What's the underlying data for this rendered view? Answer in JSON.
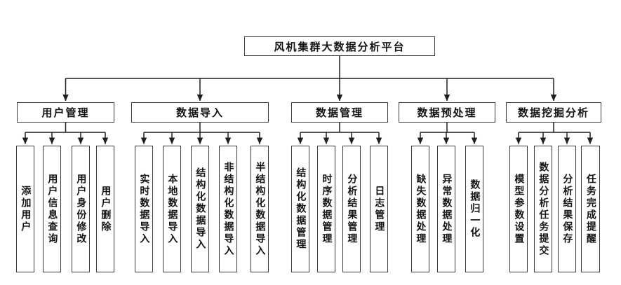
{
  "diagram": {
    "title": "风机集群大数据分析平台",
    "root": {
      "label": "风机集群大数据分析平台"
    },
    "branches": [
      {
        "label": "用户管理",
        "children": [
          "添加用户",
          "用户信息查询",
          "用户身份修改",
          "用户删除"
        ]
      },
      {
        "label": "数据导入",
        "children": [
          "实时数据导入",
          "本地数据导入",
          "结构化数据导入",
          "非结构化数据导入",
          "半结构化数据导入"
        ]
      },
      {
        "label": "数据管理",
        "children": [
          "结构化数据管理",
          "时序数据管理",
          "分析结果管理",
          "日志管理"
        ]
      },
      {
        "label": "数据预处理",
        "children": [
          "缺失数据处理",
          "异常数据处理",
          "数据归一化"
        ]
      },
      {
        "label": "数据挖掘分析",
        "children": [
          "模型参数设置",
          "数据分析任务提交",
          "分析结果保存",
          "任务完成提醒"
        ]
      }
    ],
    "colors": {
      "line": "#1f1f1f",
      "box_border": "#3a3a3a",
      "text": "#141414",
      "background": "#ffffff"
    }
  }
}
